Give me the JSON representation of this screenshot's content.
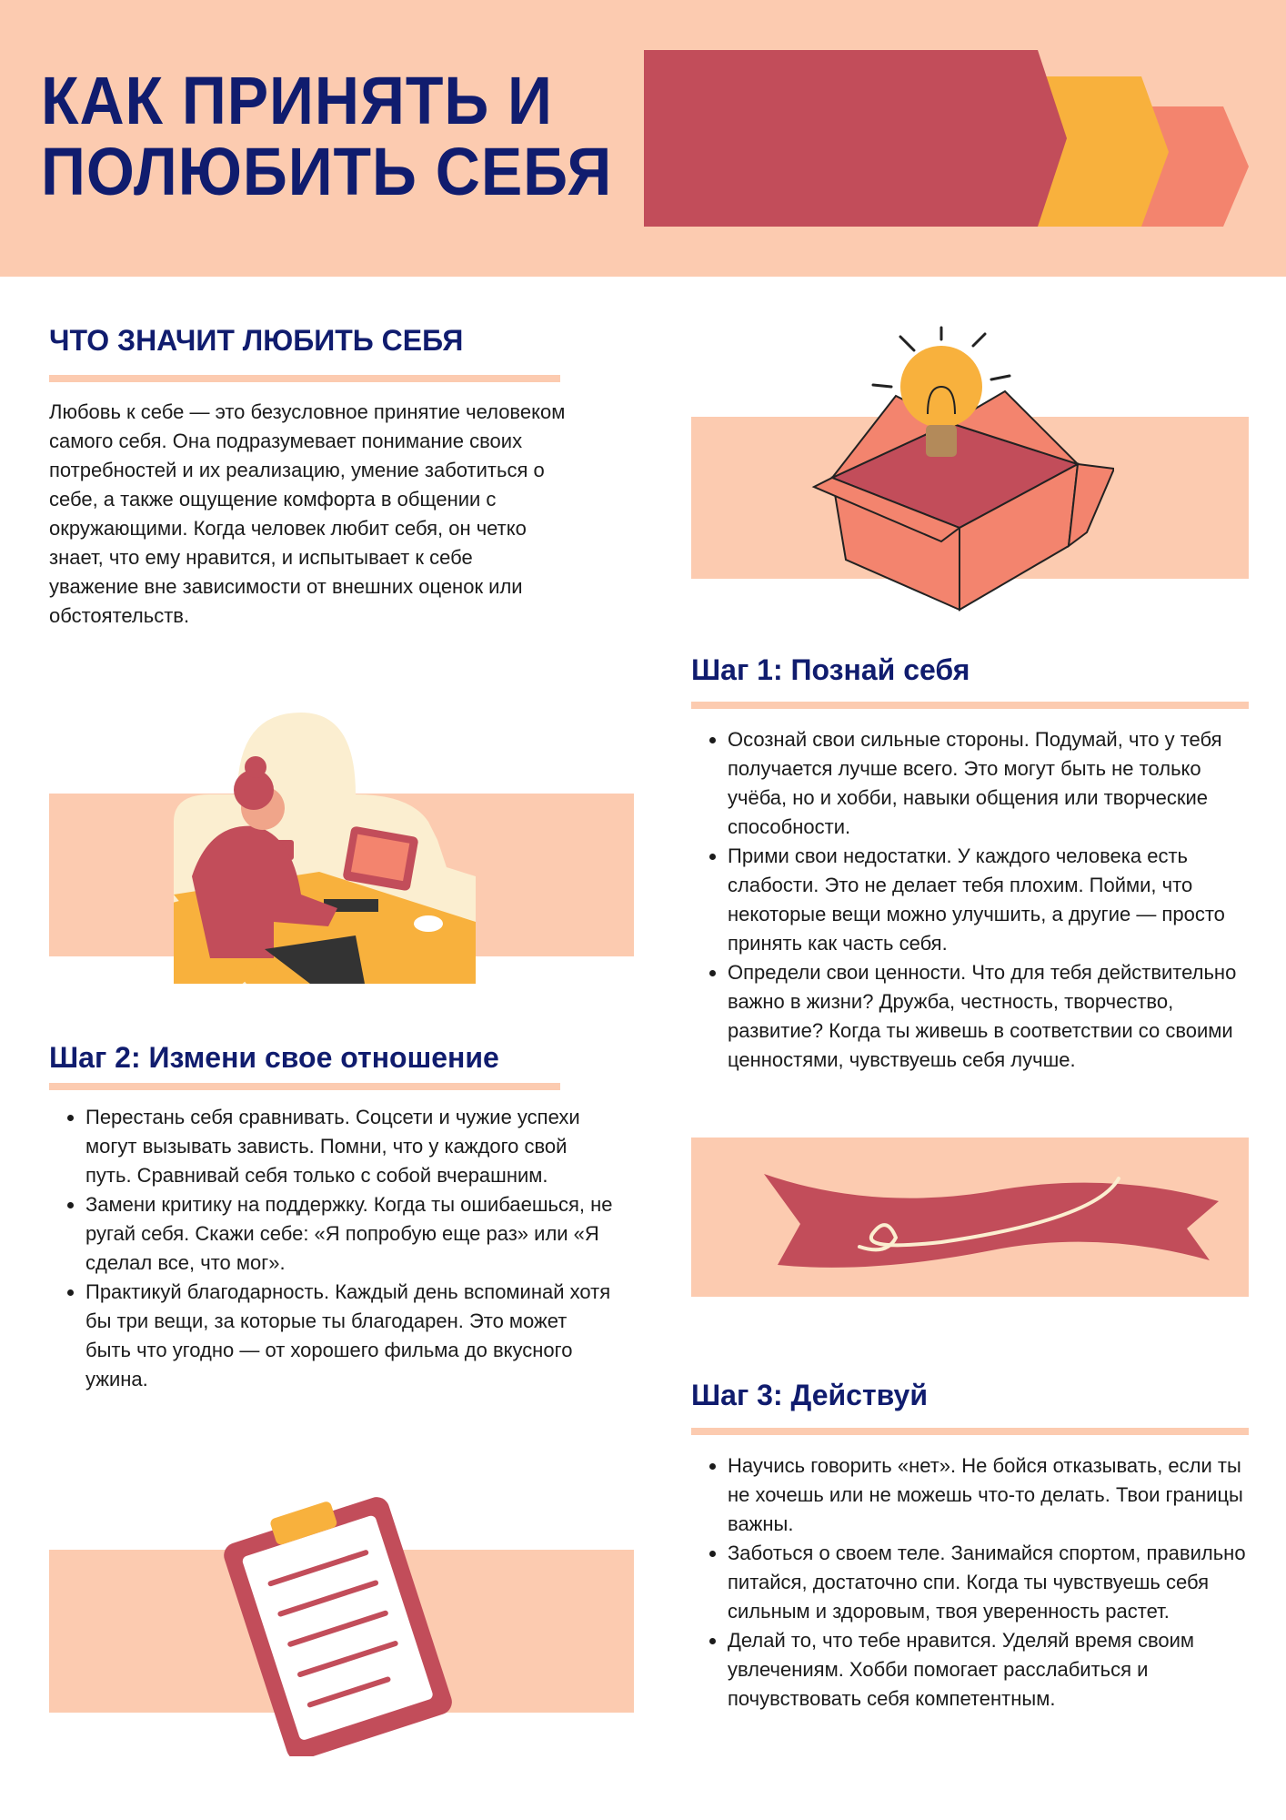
{
  "title": {
    "line1": "КАК ПРИНЯТЬ И",
    "line2": "ПОЛЮБИТЬ СЕБЯ"
  },
  "colors": {
    "peach": "#fccbb0",
    "red": "#c24d5a",
    "yellow": "#f8b13d",
    "salmon": "#f3846e",
    "navy": "#101c6e"
  },
  "intro": {
    "heading": "ЧТО ЗНАЧИТ ЛЮБИТЬ СЕБЯ",
    "text": "Любовь к себе — это безусловное принятие человеком самого себя. Она подразумевает понимание своих потребностей и их реализацию, умение заботиться о себе, а также ощущение комфорта в общении с окружающими. Когда человек любит себя, он четко знает, что ему нравится, и испытывает к себе уважение вне зависимости от внешних оценок или обстоятельств."
  },
  "step1": {
    "heading": "Шаг 1: Познай себя",
    "items": [
      "Осознай свои сильные стороны. Подумай, что у тебя получается лучше всего. Это могут быть не только учёба, но и хобби, навыки общения или творческие способности.",
      "Прими свои недостатки. У каждого человека есть слабости. Это не делает тебя плохим. Пойми, что некоторые вещи можно улучшить, а другие — просто принять как часть себя.",
      "Определи свои ценности. Что для тебя действительно важно в жизни? Дружба, честность, творчество, развитие? Когда ты живешь в соответствии со своими ценностями, чувствуешь себя лучше."
    ]
  },
  "step2": {
    "heading": "Шаг 2: Измени свое отношение",
    "items": [
      "Перестань себя сравнивать. Соцсети и чужие успехи могут вызывать зависть. Помни, что у каждого свой путь. Сравнивай себя только с собой вчерашним.",
      "Замени критику на поддержку. Когда ты ошибаешься, не ругай себя. Скажи себе: «Я попробую еще раз» или «Я сделал все, что мог».",
      "Практикуй благодарность. Каждый день вспоминай хотя бы три вещи, за которые ты благодарен. Это может быть что угодно — от хорошего фильма до вкусного ужина."
    ]
  },
  "step3": {
    "heading": "Шаг 3: Действуй",
    "items": [
      "Научись говорить «нет». Не бойся отказывать, если ты не хочешь или не можешь что-то делать. Твои границы важны.",
      "Заботься о своем теле. Занимайся спортом, правильно питайся, достаточно спи. Когда ты чувствуешь себя сильным и здоровым, твоя уверенность растет.",
      "Делай то, что тебе нравится. Уделяй время своим увлечениям. Хобби помогает расслабиться и почувствовать себя компетентным."
    ]
  }
}
